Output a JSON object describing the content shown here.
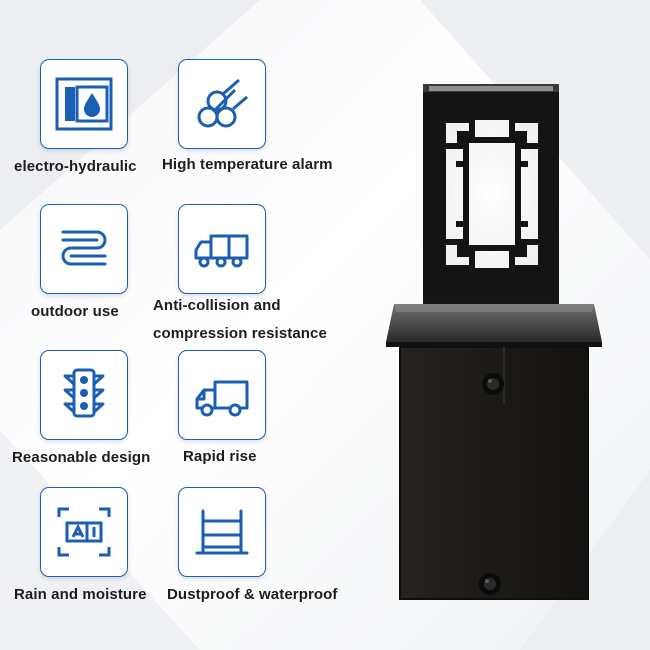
{
  "features": [
    {
      "label": "electro-hydraulic",
      "icon": "hydraulic-water-icon"
    },
    {
      "label": "High temperature alarm",
      "icon": "pipes-bundle-icon"
    },
    {
      "label": "outdoor use",
      "icon": "road-curve-icon"
    },
    {
      "label": "Anti-collision and",
      "label_line2": "compression resistance",
      "icon": "semi-truck-icon"
    },
    {
      "label": "Reasonable design",
      "icon": "traffic-light-icon"
    },
    {
      "label": "Rapid rise",
      "icon": "delivery-truck-icon"
    },
    {
      "label": "Rain and moisture",
      "icon": "scanner-frame-icon"
    },
    {
      "label": "Dustproof & waterproof",
      "icon": "barrier-gate-icon"
    }
  ],
  "colors": {
    "accent": "#1a5fb4",
    "text": "#1d1d1d",
    "product": "#1b1a18"
  }
}
